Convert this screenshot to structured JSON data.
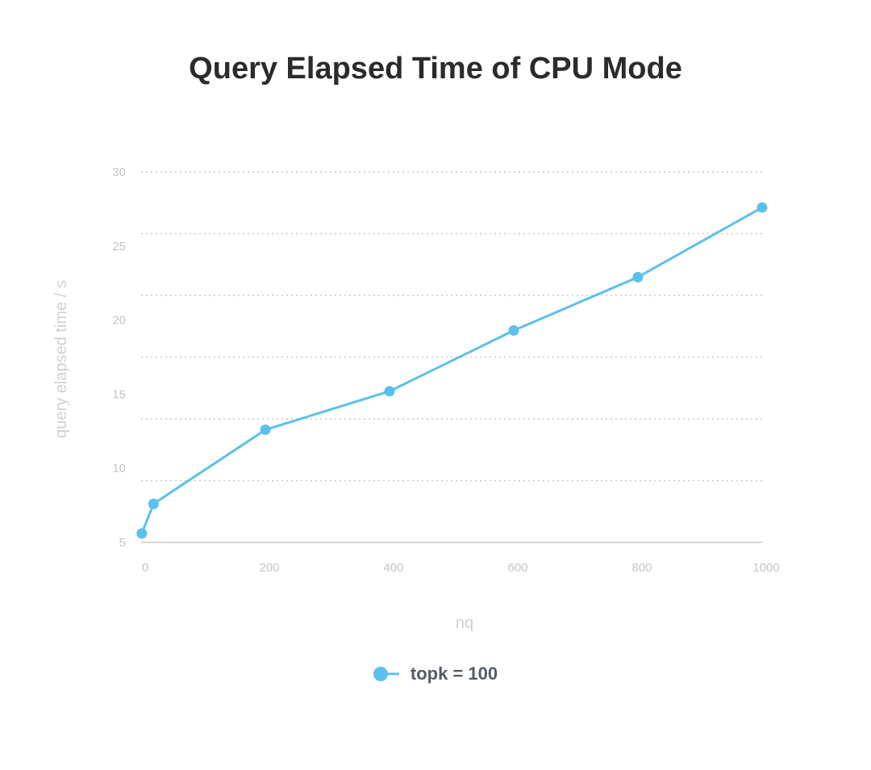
{
  "chart_data": {
    "type": "line",
    "title": "Query Elapsed Time of CPU Mode",
    "xlabel": "nq",
    "ylabel": "query elapsed time / s",
    "x_ticks": [
      0,
      200,
      400,
      600,
      800,
      1000
    ],
    "y_ticks": [
      5,
      10,
      15,
      20,
      25,
      30
    ],
    "xlim": [
      0,
      1000
    ],
    "ylim": [
      5,
      30
    ],
    "grid": "horizontal-dotted",
    "legend_position": "bottom-center",
    "series": [
      {
        "name": "topk = 100",
        "color": "#5bc0ec",
        "points": [
          {
            "x": 1,
            "y": 5.6
          },
          {
            "x": 20,
            "y": 7.6
          },
          {
            "x": 200,
            "y": 12.6
          },
          {
            "x": 400,
            "y": 15.2
          },
          {
            "x": 600,
            "y": 19.3
          },
          {
            "x": 800,
            "y": 22.9
          },
          {
            "x": 1000,
            "y": 27.6
          }
        ]
      }
    ]
  }
}
